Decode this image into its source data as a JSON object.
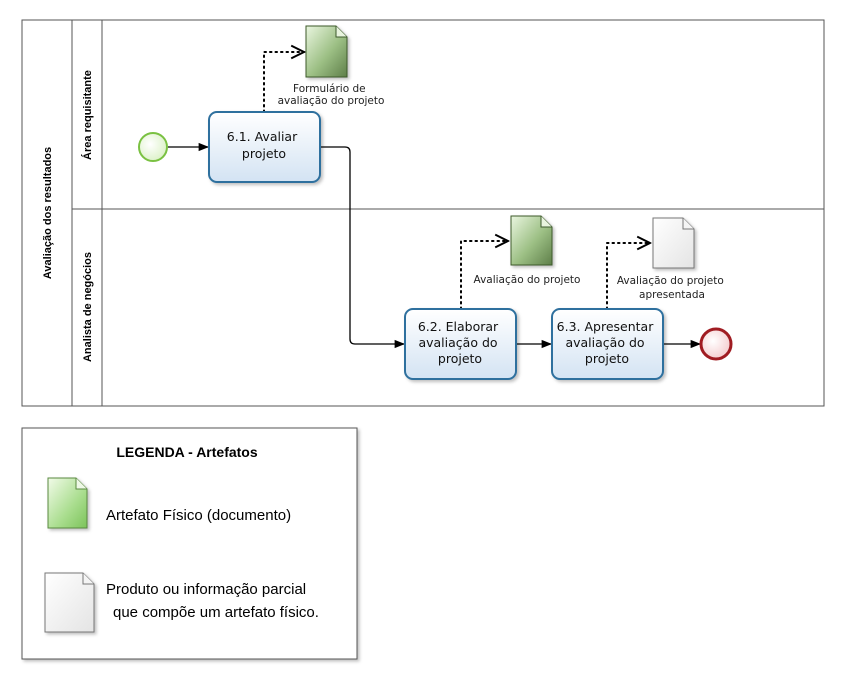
{
  "pool": {
    "label": "Avaliação dos resultados",
    "lanes": [
      {
        "label": "Área requisitante"
      },
      {
        "label": "Analista de negócios"
      }
    ]
  },
  "tasks": [
    {
      "lines": [
        "6.1. Avaliar",
        "projeto"
      ]
    },
    {
      "lines": [
        "6.2. Elaborar",
        "avaliação do",
        "projeto"
      ]
    },
    {
      "lines": [
        "6.3. Apresentar",
        "avaliação do",
        "projeto"
      ]
    }
  ],
  "artifacts": [
    {
      "kind": "physical",
      "lines": [
        "Formulário de",
        "avaliação do projeto"
      ]
    },
    {
      "kind": "physical",
      "lines": [
        "Avaliação do projeto"
      ]
    },
    {
      "kind": "partial",
      "lines": [
        "Avaliação do projeto",
        "apresentada"
      ]
    }
  ],
  "legend": {
    "title": "LEGENDA - Artefatos",
    "items": [
      {
        "kind": "physical",
        "lines": [
          "Artefato Físico (documento)"
        ]
      },
      {
        "kind": "partial",
        "lines": [
          "Produto ou informação parcial",
          "que compõe um artefato físico."
        ]
      }
    ]
  },
  "colors": {
    "task_border": "#2e6f9e",
    "task_fill_top": "#ffffff",
    "task_fill_bottom": "#dce9f5",
    "start_event": "#7ac142",
    "end_event": "#a01c22",
    "physical_doc_light": "#d6ecc8",
    "physical_doc_dark": "#6a8d52",
    "partial_doc": "#f2f2f2"
  }
}
